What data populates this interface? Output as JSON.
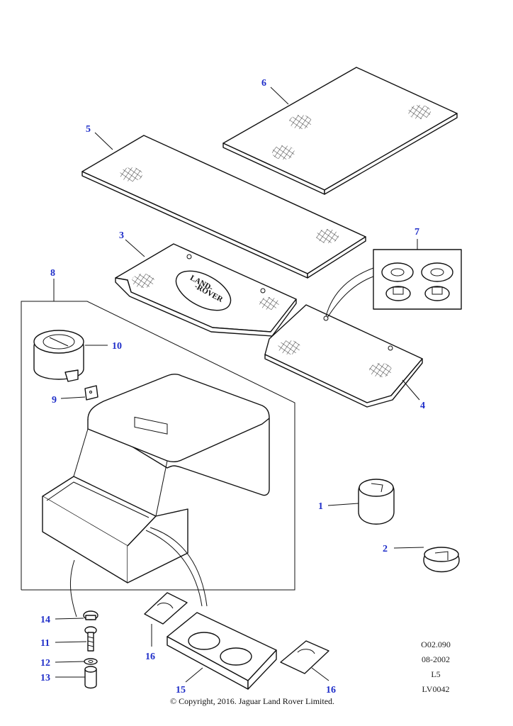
{
  "callouts": [
    "1",
    "2",
    "3",
    "4",
    "5",
    "6",
    "7",
    "8",
    "9",
    "10",
    "11",
    "12",
    "13",
    "14",
    "15",
    "16"
  ],
  "meta": {
    "line1": "O02.090",
    "line2": "08-2002",
    "line3": "L5",
    "line4": "LV0042"
  },
  "copyright": "© Copyright, 2016. Jaguar Land Rover Limited.",
  "logo_text": [
    "LAND-",
    "-ROVER"
  ],
  "colors": {
    "callout": "#1f2ec9",
    "line": "#111111",
    "background": "#ffffff"
  }
}
